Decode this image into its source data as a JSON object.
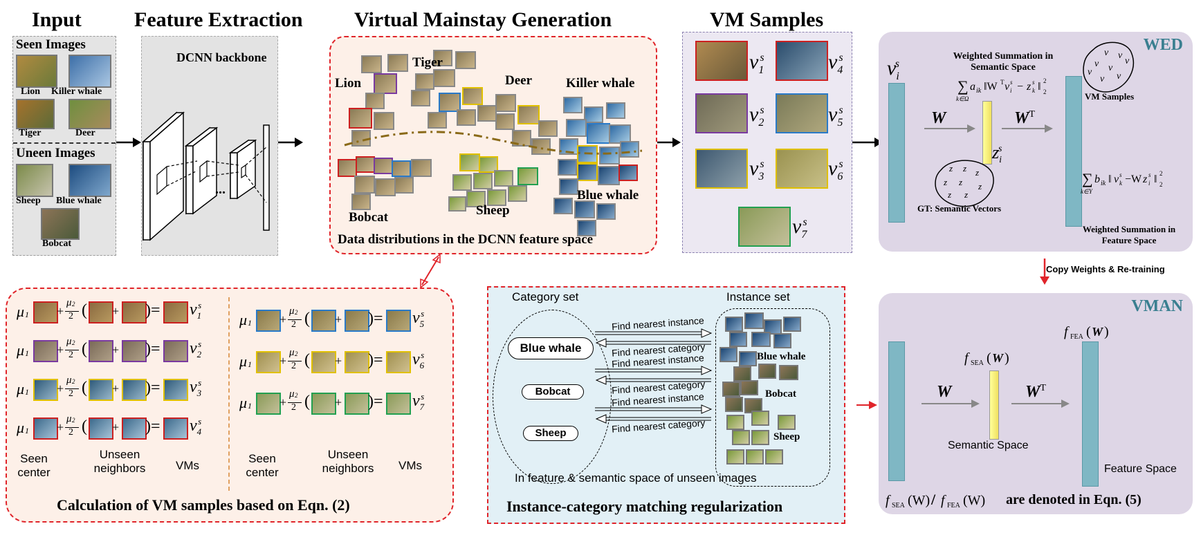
{
  "headers": {
    "input": "Input",
    "feature_extraction": "Feature Extraction",
    "vm_generation": "Virtual Mainstay  Generation",
    "vm_samples": "VM Samples"
  },
  "input_panel": {
    "seen_title": "Seen Images",
    "seen_labels": [
      "Lion",
      "Killer whale",
      "Tiger",
      "Deer"
    ],
    "unseen_title": "Uneen Images",
    "unseen_labels": [
      "Sheep",
      "Blue whale",
      "Bobcat"
    ]
  },
  "backbone_label": "DCNN backbone",
  "ellipsis": "...",
  "vm_gen": {
    "labels": [
      "Lion",
      "Tiger",
      "Deer",
      "Killer whale",
      "Bobcat",
      "Sheep",
      "Blue whale"
    ],
    "caption": "Data distributions in the DCNN feature space"
  },
  "vm_samples": {
    "names": [
      "v",
      "v",
      "v",
      "v",
      "v",
      "v",
      "v"
    ],
    "subs": [
      "1",
      "2",
      "3",
      "4",
      "5",
      "6",
      "7"
    ],
    "sup": "s"
  },
  "wed": {
    "title": "WED",
    "vi": "v",
    "vi_sub": "i",
    "vi_sup": "s",
    "ws_semantic_1": "Weighted Summation in",
    "ws_semantic_2": "Semantic Space",
    "w_label": "W",
    "wt_label": "W",
    "t_sup": "T",
    "zi": "z",
    "zi_sub": "i",
    "zi_sup": "s",
    "vm_samples_label": "VM Samples",
    "gt_label": "GT: Semantic Vectors",
    "ws_feature_1": "Weighted Summation in",
    "ws_feature_2": "Feature Space"
  },
  "copy_weights": "Copy Weights & Re-training",
  "vman": {
    "title": "VMAN",
    "w_label": "W",
    "wt_label": "W",
    "t_sup": "T",
    "semantic_space": "Semantic Space",
    "feature_space": "Feature Space",
    "denoted": "are denoted in Eqn. (5)"
  },
  "calc": {
    "rows_left_sub": [
      "1",
      "2",
      "3",
      "4"
    ],
    "rows_right_sub": [
      "5",
      "6",
      "7"
    ],
    "mu1": "μ",
    "mu2": "μ",
    "half": "2",
    "seen_center": "Seen\ncenter",
    "unseen_neighbors": "Unseen\nneighbors",
    "vms": "VMs",
    "caption": "Calculation of VM samples based on Eqn. (2)"
  },
  "match": {
    "category_set": "Category set",
    "instance_set": "Instance set",
    "categories": [
      "Blue whale",
      "Bobcat",
      "Sheep"
    ],
    "find_instance": "Find nearest instance",
    "find_category": "Find nearest category",
    "inst_labels": [
      "Blue whale",
      "Bobcat",
      "Sheep"
    ],
    "bottom": "In feature & semantic space of unseen images",
    "caption": "Instance-category matching regularization"
  },
  "colors": {
    "red_dash": "#e0242a",
    "wed_bg": "#ded6e6",
    "vm_bg": "#fdf0e8",
    "match_bg": "#e2f0f6",
    "teal_title": "#3a7f90"
  }
}
